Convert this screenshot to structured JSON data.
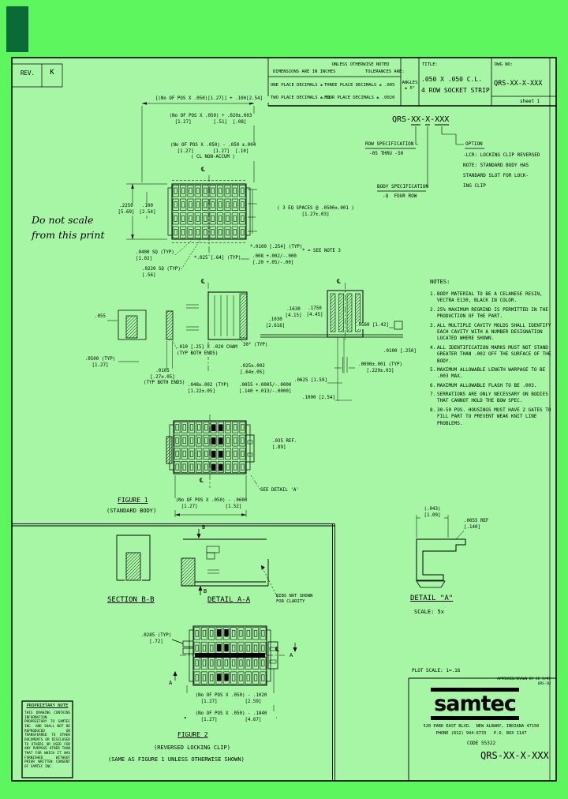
{
  "colors": {
    "margin_green": "#5ef65e",
    "sheet_green": "#a6f6a6",
    "strip_dark_green": "#0b6b38",
    "ink": "#000000"
  },
  "rev": {
    "label": "REV.",
    "value": "K"
  },
  "header": {
    "unless": "UNLESS OTHERWISE NOTED",
    "dims_in": "DIMENSIONS ARE IN INCHES",
    "tol_are": "TOLERANCES ARE:",
    "one_place": "ONE PLACE DECIMALS ±",
    "two_place": "TWO PLACE DECIMALS ±.01",
    "three_place": "THREE PLACE DECIMALS ± .005",
    "four_place": "FOUR PLACE DECIMALS ± .0020",
    "angles": "ANGLES\n± 5°",
    "title_label": "TITLE:",
    "title": ".050 X .050 C.L.\n4 ROW SOCKET STRIP",
    "dwg_label": "DWG NO:",
    "dwg_no": "QRS-XX-X-XXX",
    "sheet": "sheet 1"
  },
  "callout": {
    "part_number": "QRS-XX-X-XXX",
    "row_spec_label": "ROW SPECIFICATION",
    "row_spec": "-05 THRU -50",
    "body_spec_label": "BODY SPECIFICATION",
    "body_spec": "-Q  FOUR ROW",
    "option_label": "OPTION",
    "option_text": "-LCR: LOCKING CLIP REVERSED\nNOTE: STANDARD BODY HAS\nSTANDARD SLOT FOR LOCK-\nING CLIP"
  },
  "do_not_scale": "Do not scale\nfrom this print",
  "notes": {
    "heading": "NOTES:",
    "items": [
      {
        "n": "1.",
        "t": "BODY MATERIAL TO BE A CELANESE RESIN, VECTRA E130, BLACK IN COLOR."
      },
      {
        "n": "2.",
        "t": "25% MAXIMUM REGRIND IS PERMITTED IN THE PRODUCTION OF THE PART."
      },
      {
        "n": "3.",
        "t": "ALL MULTIPLE CAVITY MOLDS SHALL IDENTIFY EACH CAVITY WITH A NUMBER DESIGNATION LOCATED WHERE SHOWN."
      },
      {
        "n": "4.",
        "t": "ALL IDENTIFICATION MARKS MUST NOT STAND GREATER THAN .002 OFF THE SURFACE OF THE BODY."
      },
      {
        "n": "5.",
        "t": "MAXIMUM ALLOWABLE LENGTH WARPAGE TO BE .003 MAX."
      },
      {
        "n": "6.",
        "t": "MAXIMUM ALLOWABLE FLASH TO BE .003."
      },
      {
        "n": "7.",
        "t": "SERRATIONS ARE ONLY NECESSARY ON BODIES THAT CANNOT HOLD THE BOW SPEC."
      },
      {
        "n": "8.",
        "t": "30-50 POS. HOUSINGS MUST HAVE 2 GATES TO FILL PART TO PREVENT WEAK KNIT LINE PROBLEMS."
      }
    ]
  },
  "dims": {
    "overall": "[(No OF POS X .050)[1.27]] + .100[2.54]",
    "body_len": "(No OF POS X .050) + .020±.003\n[1.27]        [.51]  [.08]",
    "pin_span": "(No OF POS X .050) - .050 ±.004\n[1.27]       [1.27]  [.10]\n( CL NON-ACCUM )",
    "width": ".2250\n[5.69]",
    "row_pitch": ".100\n[2.54]",
    "eq_spaces": "( 3 EQ SPACES @ .0500±.001 )\n[1.27±.03]",
    "sq_hole": ".0400 SQ (TYP)\n[1.02]",
    "sq_contact": ".0220 SQ (TYP)\n[.56]",
    "star_025": "*.025 [.64] (TYP)",
    "star_0100": "*.0100 [.254] (TYP)",
    "wall": ".008 +.002/-.000\n[.20 +.05/-.00]",
    "see_note": "* = SEE NOTE 3",
    "h055": ".055",
    "pitch_typ": ".0500 (TYP)\n[1.27]",
    "cham": ".010 [.25] X .020 CHAM\n(TYP BOTH ENDS)",
    "post": ".0105\n[.27±.05]\n(TYP BOTH ENDS)",
    "ang30": "30° (TYP)",
    "d025": ".025±.002\n[.64±.05]",
    "d048": ".048±.002 (TYP)\n[1.22±.05]",
    "d0055": ".0055 +.0005/-.0000\n[.140 +.013/-.0000]",
    "d1030": ".1030\n[2.616]",
    "d1630": ".1630\n[4.15]",
    "d1750": ".1750\n[4.45]",
    "d0560": ".0560 [1.42]",
    "d0100": ".0100 [.250]",
    "d0090": ".0090±.001 (TYP)\n[.229±.03]",
    "d0625": ".0625 [1.59]",
    "d1000": ".1000 [2.54]",
    "f1b_len": "(No OF POS X .050) - .0600\n[1.27]          [1.52]",
    "ref035": ".035 REF.\n[.89]",
    "see_detail": "SEE DETAIL 'A'",
    "dA_width": "(.043)\n[1.09]",
    "dA_ref": ".0055 REF\n[.140]",
    "f2_clip": ".0285 (TYP)\n[.72]",
    "f2_len1": "(No OF POS X .050) - .1020\n[1.27]          [2.59]",
    "f2_len2": "(No OF POS X .050) - .1840\n[1.27]          [4.67]"
  },
  "captions": {
    "fig1": "FIGURE 1",
    "fig1_sub": "(STANDARD BODY)",
    "section_bb": "SECTION B-B",
    "detail_aa": "DETAIL A-A",
    "ribs": "RIBS NOT SHOWN\nFOR CLARITY",
    "b_top": "B",
    "b_bottom": "B",
    "detail_a": "DETAIL \"A\"",
    "detail_a_scale": "SCALE: 5x",
    "fig2": "FIGURE 2",
    "fig2_sub1": "(REVERSED LOCKING CLIP)",
    "fig2_sub2": "(SAME AS FIGURE 1 UNLESS OTHERWISE SHOWN)",
    "a_right": "A",
    "a_left": "A",
    "centerline": "℄"
  },
  "footer": {
    "plot_scale": "PLOT SCALE: 1=.16",
    "approved": "APPROVED/DRAWN BY JE 5/91",
    "doc_code": "QRS-SU",
    "logo": "samtec",
    "address": "520 PARK EAST BLVD.  NEW ALBANY, INDIANA 47150",
    "phone": "PHONE (812) 944-6733   P.O. BOX 1147",
    "code": "CODE 55322",
    "part_number": "QRS-XX-X-XXX"
  },
  "proprietary": {
    "heading": "PROPRIETARY NOTE",
    "body": "THIS DRAWING CONTAINS INFORMATION PROPRIETARY TO SAMTEC INC. AND SHALL NOT BE REPRODUCED OR TRANSFERRED TO OTHER DOCUMENTS OR DISCLOSED TO OTHERS OR USED FOR ANY PURPOSE OTHER THAN THAT FOR WHICH IT WAS FURNISHED WITHOUT PRIOR WRITTEN CONSENT OF SAMTEC INC."
  }
}
